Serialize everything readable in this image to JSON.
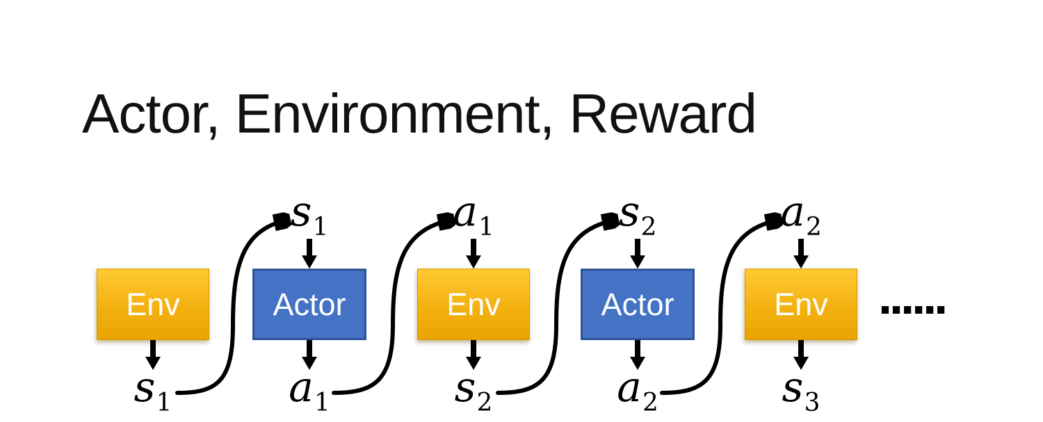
{
  "title": "Actor, Environment, Reward",
  "diagram": {
    "units": [
      {
        "box": "Env",
        "top_label": null,
        "bottom_label": {
          "base": "s",
          "sub": "1"
        }
      },
      {
        "box": "Actor",
        "top_label": {
          "base": "s",
          "sub": "1"
        },
        "bottom_label": {
          "base": "a",
          "sub": "1"
        }
      },
      {
        "box": "Env",
        "top_label": {
          "base": "a",
          "sub": "1"
        },
        "bottom_label": {
          "base": "s",
          "sub": "2"
        }
      },
      {
        "box": "Actor",
        "top_label": {
          "base": "s",
          "sub": "2"
        },
        "bottom_label": {
          "base": "a",
          "sub": "2"
        }
      },
      {
        "box": "Env",
        "top_label": {
          "base": "a",
          "sub": "2"
        },
        "bottom_label": {
          "base": "s",
          "sub": "3"
        }
      }
    ],
    "ellipsis": "......",
    "colors": {
      "env_gradient_top": "#FFC933",
      "env_gradient_bottom": "#E9A400",
      "env_border": "#D29600",
      "actor_fill": "#4472C4",
      "actor_border": "#2F5496",
      "arrow": "#000000",
      "box_text": "#FFFFFF",
      "title": "#111111",
      "background": "#FFFFFF"
    }
  }
}
